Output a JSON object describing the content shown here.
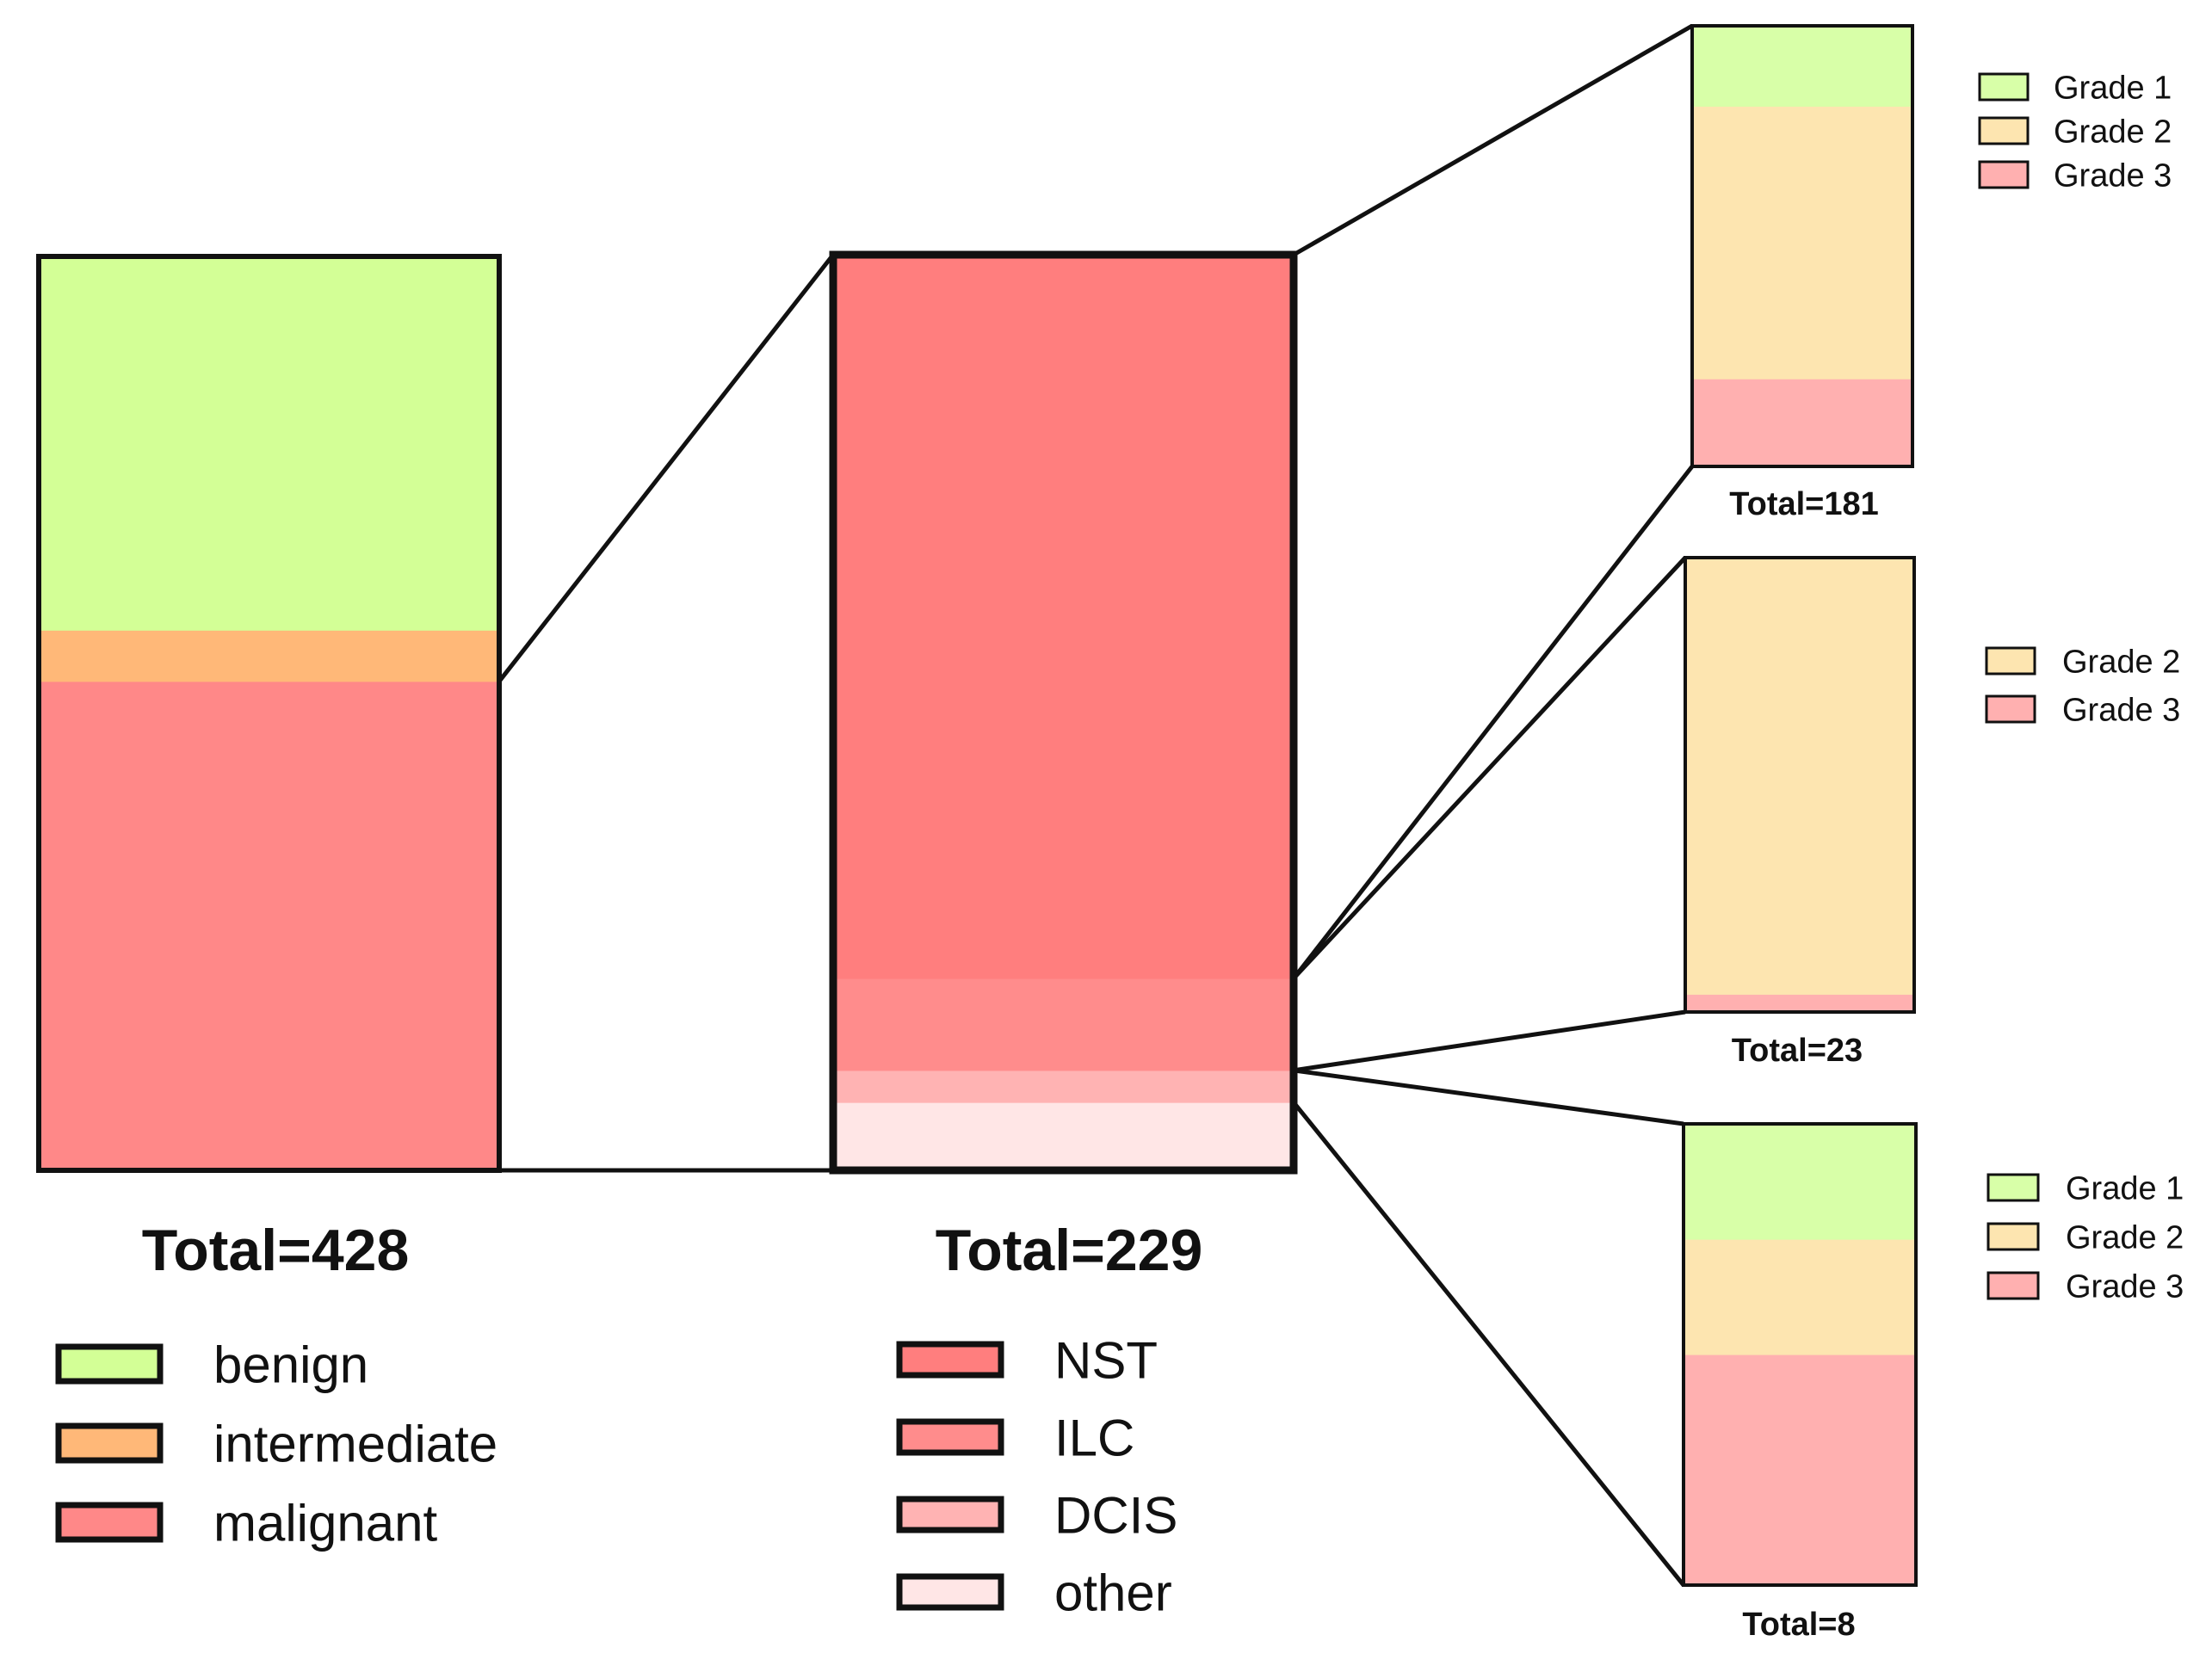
{
  "chart_data": [
    {
      "type": "bar",
      "name": "all-lesions",
      "total_label": "Total=428",
      "stack_order": [
        "malignant",
        "intermediate",
        "benign"
      ],
      "series": [
        {
          "name": "benign",
          "value": 175,
          "color": "#d3ff96"
        },
        {
          "name": "intermediate",
          "value": 24,
          "color": "#ffb878"
        },
        {
          "name": "malignant",
          "value": 229,
          "color": "#ff8888"
        }
      ],
      "legend": [
        "benign",
        "intermediate",
        "malignant"
      ],
      "legend_position": "bottom-left",
      "grid": false
    },
    {
      "type": "bar",
      "name": "malignant-breakdown",
      "total_label": "Total=229",
      "stack_order": [
        "other",
        "DCIS",
        "ILC",
        "NST"
      ],
      "series": [
        {
          "name": "NST",
          "value": 181,
          "color": "#ff7e7e"
        },
        {
          "name": "ILC",
          "value": 23,
          "color": "#ff8c8c"
        },
        {
          "name": "DCIS",
          "value": 8,
          "color": "#ffb3b3"
        },
        {
          "name": "other",
          "value": 17,
          "color": "#ffe6e6"
        }
      ],
      "legend": [
        "NST",
        "ILC",
        "DCIS",
        "other"
      ],
      "legend_position": "bottom",
      "grid": false
    },
    {
      "type": "bar",
      "name": "nst-grades",
      "total_label": "Total=181",
      "stack_order": [
        "Grade 3",
        "Grade 2",
        "Grade 1"
      ],
      "series": [
        {
          "name": "Grade 1",
          "value": 33,
          "color": "#d8ffa8"
        },
        {
          "name": "Grade 2",
          "value": 112,
          "color": "#fde5b0"
        },
        {
          "name": "Grade 3",
          "value": 36,
          "color": "#ffb0b0"
        }
      ],
      "legend": [
        "Grade 1",
        "Grade 2",
        "Grade 3"
      ],
      "legend_position": "right",
      "grid": false
    },
    {
      "type": "bar",
      "name": "ilc-grades",
      "total_label": "Total=23",
      "stack_order": [
        "Grade 3",
        "Grade 2"
      ],
      "series": [
        {
          "name": "Grade 2",
          "value": 22.1,
          "color": "#fde5b0"
        },
        {
          "name": "Grade 3",
          "value": 0.9,
          "color": "#ffb0b0"
        }
      ],
      "legend": [
        "Grade 2",
        "Grade 3"
      ],
      "legend_position": "right",
      "grid": false
    },
    {
      "type": "bar",
      "name": "dcis-grades",
      "total_label": "Total=8",
      "stack_order": [
        "Grade 3",
        "Grade 2",
        "Grade 1"
      ],
      "series": [
        {
          "name": "Grade 1",
          "value": 2,
          "color": "#d8ffa8"
        },
        {
          "name": "Grade 2",
          "value": 2,
          "color": "#fde5b0"
        },
        {
          "name": "Grade 3",
          "value": 4,
          "color": "#ffb0b0"
        }
      ],
      "legend": [
        "Grade 1",
        "Grade 2",
        "Grade 3"
      ],
      "legend_position": "right",
      "grid": false
    }
  ]
}
